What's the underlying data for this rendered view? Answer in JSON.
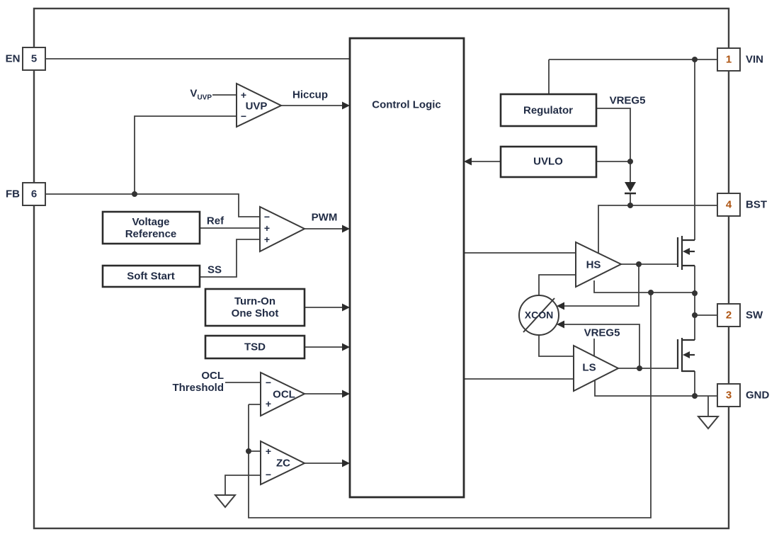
{
  "colors": {
    "line": "#404040",
    "box_border": "#2b2b2b",
    "text": "#212c45",
    "pin_number_left": "#28334f",
    "pin_number_right": "#ad5412",
    "background": "#ffffff"
  },
  "pins": {
    "en": {
      "label": "EN",
      "number": "5"
    },
    "fb": {
      "label": "FB",
      "number": "6"
    },
    "vin": {
      "label": "VIN",
      "number": "1"
    },
    "bst": {
      "label": "BST",
      "number": "4"
    },
    "sw": {
      "label": "SW",
      "number": "2"
    },
    "gnd": {
      "label": "GND",
      "number": "3"
    }
  },
  "blocks": {
    "control_logic": {
      "label": "Control Logic"
    },
    "voltage_reference": {
      "line1": "Voltage",
      "line2": "Reference"
    },
    "soft_start": {
      "label": "Soft Start"
    },
    "turn_on_one_shot": {
      "line1": "Turn-On",
      "line2": "One Shot"
    },
    "tsd": {
      "label": "TSD"
    },
    "regulator": {
      "label": "Regulator"
    },
    "uvlo": {
      "label": "UVLO"
    }
  },
  "amps": {
    "uvp": "UVP",
    "ocl": "OCL",
    "zc": "ZC",
    "hs": "HS",
    "ls": "LS",
    "xcon": "XCON"
  },
  "signals": {
    "hiccup": "Hiccup",
    "pwm": "PWM",
    "ref": "Ref",
    "ss": "SS",
    "vreg5": "VREG5",
    "vuvp_base": "V",
    "vuvp_sub": "UVP",
    "ocl_threshold_line1": "OCL",
    "ocl_threshold_line2": "Threshold"
  },
  "signs": {
    "plus": "+",
    "minus": "−"
  }
}
